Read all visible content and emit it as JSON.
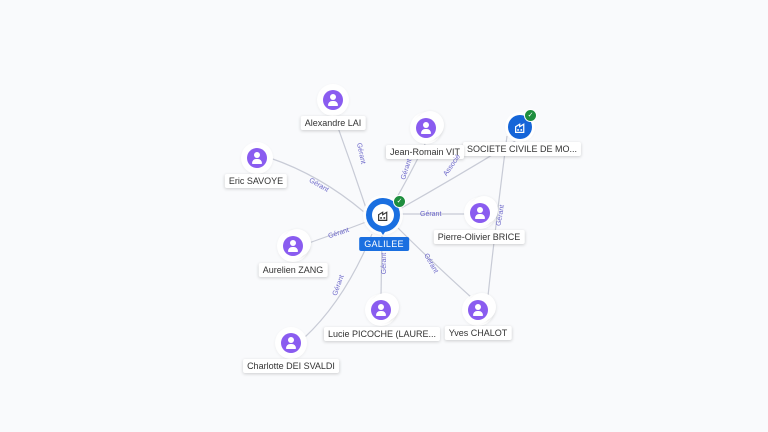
{
  "center": {
    "name": "GALILEE",
    "icon": "company-building-icon",
    "verified_icon": "check-badge-icon"
  },
  "company_node": {
    "name": "SOCIETE CIVILE DE MO...",
    "icon": "company-building-icon",
    "verified_icon": "check-badge-icon"
  },
  "people": [
    {
      "name": "Alexandre LAI",
      "icon": "person-icon"
    },
    {
      "name": "Jean-Romain VIT",
      "icon": "person-icon"
    },
    {
      "name": "Eric SAVOYE",
      "icon": "person-icon"
    },
    {
      "name": "Pierre-Olivier BRICE",
      "icon": "person-icon"
    },
    {
      "name": "Aurelien ZANG",
      "icon": "person-icon"
    },
    {
      "name": "Lucie PICOCHE (LAURE...",
      "icon": "person-icon"
    },
    {
      "name": "Yves CHALOT",
      "icon": "person-icon"
    },
    {
      "name": "Charlotte DEI SVALDI",
      "icon": "person-icon"
    }
  ],
  "edges": [
    {
      "label": "Gérant"
    },
    {
      "label": "Gérant"
    },
    {
      "label": "Associé"
    },
    {
      "label": "Gérant"
    },
    {
      "label": "Gérant"
    },
    {
      "label": "Gérant"
    },
    {
      "label": "Gérant"
    },
    {
      "label": "Gérant"
    },
    {
      "label": "Gérant"
    },
    {
      "label": "Gérant"
    }
  ],
  "colors": {
    "company": "#1a6fe0",
    "person": "#8a5cf0",
    "verified": "#1e8e3e",
    "edge": "#c8cbd6",
    "edge_label": "#6b66c9"
  }
}
